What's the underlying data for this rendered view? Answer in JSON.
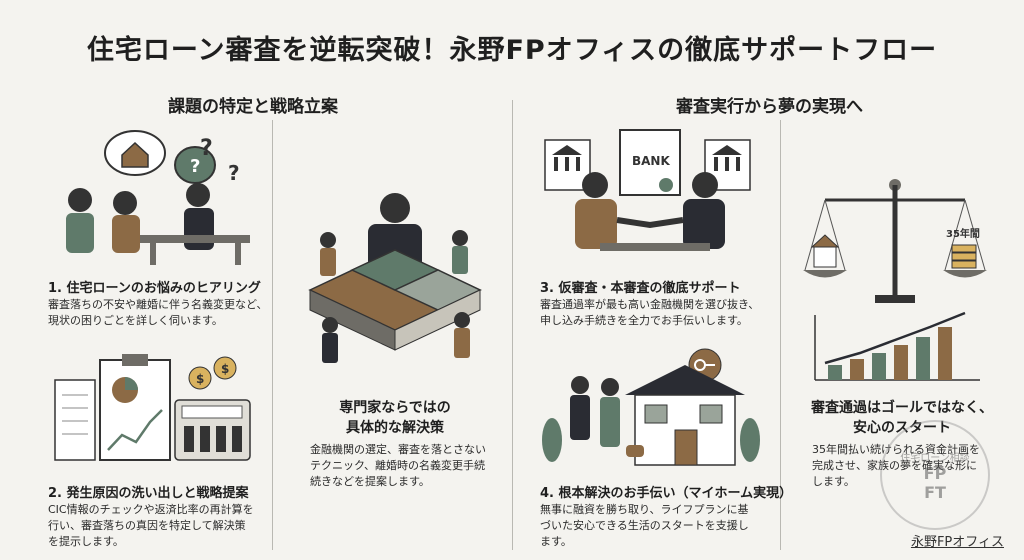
{
  "title": "住宅ローン審査を逆転突破！永野FPオフィスの徹底サポートフロー",
  "sections": {
    "left": "課題の特定と戦略立案",
    "right": "審査実行から夢の実現へ"
  },
  "steps": [
    {
      "title": "1. 住宅ローンのお悩みのヒアリング",
      "lines": [
        "審査落ちの不安や離婚に伴う名義変更など、",
        "現状の困りごとを詳しく伺います。"
      ]
    },
    {
      "title": "2. 発生原因の洗い出しと戦略提案",
      "lines": [
        "CIC情報のチェックや返済比率の再計算を",
        "行い、審査落ちの真因を特定して解決策",
        "を提示します。"
      ]
    },
    {
      "title_lines": [
        "専門家ならではの",
        "具体的な解決策"
      ],
      "lines": [
        "金融機関の選定、審査を落とさない",
        "テクニック、離婚時の名義変更手続",
        "続きなどを提案します。"
      ]
    },
    {
      "title": "3. 仮審査・本審査の徹底サポート",
      "lines": [
        "審査通過率が最も高い金融機関を選び抜き、",
        "申し込み手続きを全力でお手伝いします。"
      ]
    },
    {
      "title": "4. 根本解決のお手伝い（マイホーム実現）",
      "lines": [
        "無事に融資を勝ち取り、ライフプランに基",
        "づいた安心できる生活のスタートを支援し",
        "ます。"
      ]
    },
    {
      "title_lines": [
        "審査通過はゴールではなく、",
        "安心のスタート"
      ],
      "lines": [
        "35年間払い続けられる資金計画を",
        "完成させ、家族の夢を確実な形に",
        "します。"
      ]
    }
  ],
  "illustration_labels": {
    "bank_sign": "BANK",
    "scale_label": "35年間"
  },
  "stamp": {
    "top": "FP",
    "bottom": "FT",
    "ring": "住宅ローン相談"
  },
  "credit": "永野FPオフィス",
  "colors": {
    "background": "#f4f3ef",
    "accent_brown": "#8c6a45",
    "accent_green": "#5f7a6a",
    "dark": "#2a2c33"
  }
}
